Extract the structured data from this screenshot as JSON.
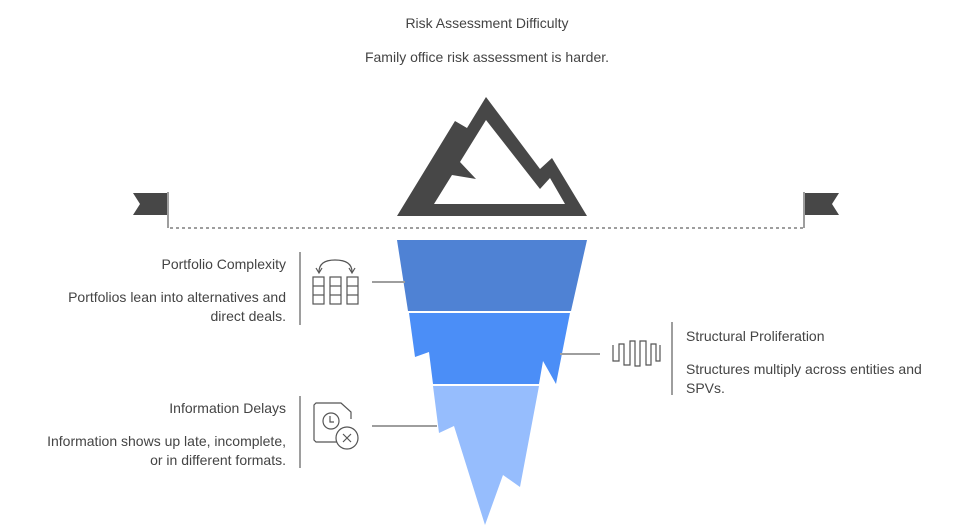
{
  "header": {
    "title": "Risk Assessment Difficulty",
    "subtitle": "Family office risk assessment is harder."
  },
  "layers": [
    {
      "title": "Portfolio Complexity",
      "description": "Portfolios lean into alternatives and direct deals.",
      "icon": "rebalance-columns-icon",
      "color": "#4f82d4"
    },
    {
      "title": "Structural Proliferation",
      "description": "Structures multiply across entities and SPVs.",
      "icon": "waveform-icon",
      "color": "#4b8ef7"
    },
    {
      "title": "Information Delays",
      "description": "Information shows up late, incomplete, or in different formats.",
      "icon": "delayed-document-icon",
      "color": "#96bdfd"
    }
  ],
  "colors": {
    "mountain": "#474747",
    "line": "#9e9e9e"
  }
}
